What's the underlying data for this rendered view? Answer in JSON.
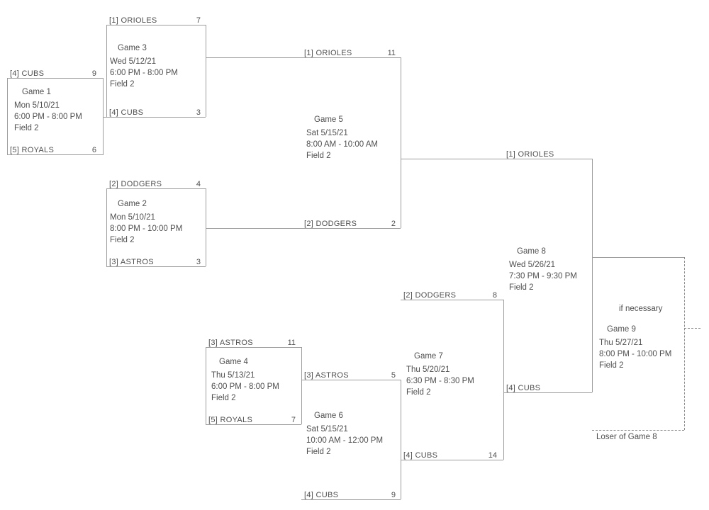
{
  "colors": {
    "line": "#9c9c9c",
    "dash": "#8a8a8a",
    "text": "#4f4f4f"
  },
  "games": {
    "game1": {
      "title": "Game 1",
      "date": "Mon 5/10/21",
      "time": "6:00 PM - 8:00 PM",
      "field": "Field 2",
      "top": {
        "team": "[4] CUBS",
        "score": "9"
      },
      "bottom": {
        "team": "[5] ROYALS",
        "score": "6"
      }
    },
    "game2": {
      "title": "Game 2",
      "date": "Mon 5/10/21",
      "time": "8:00 PM - 10:00 PM",
      "field": "Field 2",
      "top": {
        "team": "[2] DODGERS",
        "score": "4"
      },
      "bottom": {
        "team": "[3] ASTROS",
        "score": "3"
      }
    },
    "game3": {
      "title": "Game 3",
      "date": "Wed 5/12/21",
      "time": "6:00 PM - 8:00 PM",
      "field": "Field 2",
      "top": {
        "team": "[1] ORIOLES",
        "score": "7"
      },
      "bottom": {
        "team": "[4] CUBS",
        "score": "3"
      }
    },
    "game4": {
      "title": "Game 4",
      "date": "Thu 5/13/21",
      "time": "6:00 PM - 8:00 PM",
      "field": "Field 2",
      "top": {
        "team": "[3] ASTROS",
        "score": "11"
      },
      "bottom": {
        "team": "[5] ROYALS",
        "score": "7"
      }
    },
    "game5": {
      "title": "Game 5",
      "date": "Sat 5/15/21",
      "time": "8:00 AM - 10:00 AM",
      "field": "Field 2",
      "top": {
        "team": "[1] ORIOLES",
        "score": "11"
      },
      "bottom": {
        "team": "[2] DODGERS",
        "score": "2"
      }
    },
    "game6": {
      "title": "Game 6",
      "date": "Sat 5/15/21",
      "time": "10:00 AM - 12:00 PM",
      "field": "Field 2",
      "top": {
        "team": "[3] ASTROS",
        "score": "5"
      },
      "bottom": {
        "team": "[4] CUBS",
        "score": "9"
      }
    },
    "game7": {
      "title": "Game 7",
      "date": "Thu 5/20/21",
      "time": "6:30 PM - 8:30 PM",
      "field": "Field 2",
      "top": {
        "team": "[2] DODGERS",
        "score": "8"
      },
      "bottom": {
        "team": "[4] CUBS",
        "score": "14"
      }
    },
    "game8": {
      "title": "Game 8",
      "date": "Wed 5/26/21",
      "time": "7:30 PM - 9:30 PM",
      "field": "Field 2",
      "top": {
        "team": "[1] ORIOLES"
      },
      "bottom": {
        "team": "[4] CUBS"
      }
    },
    "game9": {
      "note": "if necessary",
      "title": "Game 9",
      "date": "Thu 5/27/21",
      "time": "8:00 PM - 10:00 PM",
      "field": "Field 2",
      "loser_label": "Loser of Game 8"
    }
  }
}
